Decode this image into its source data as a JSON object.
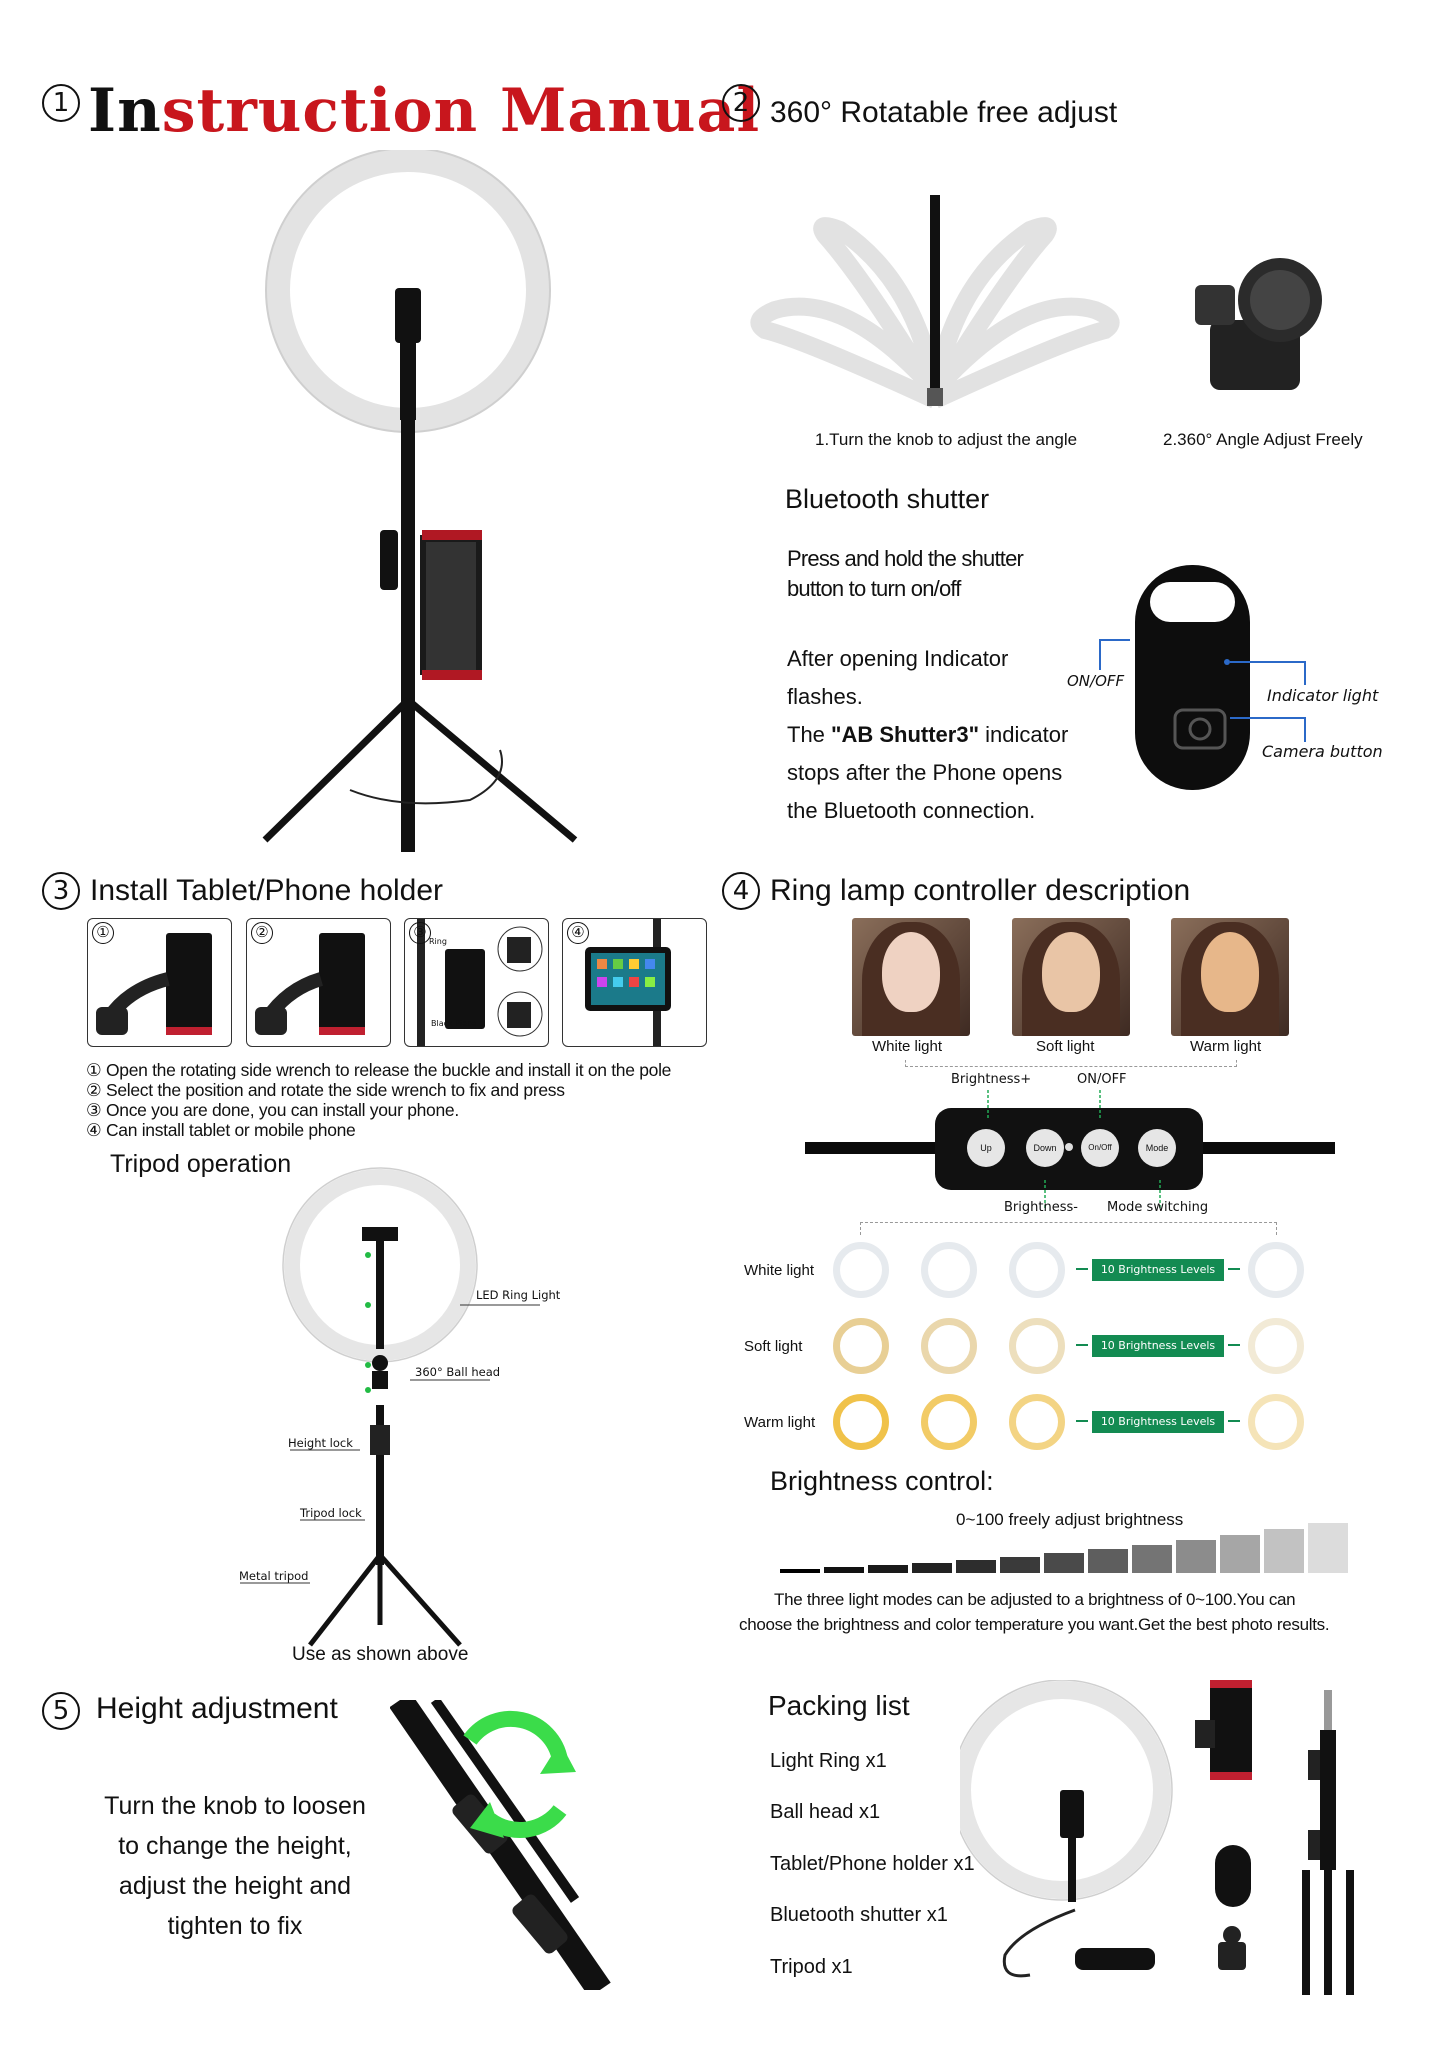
{
  "title": {
    "part1": "In",
    "part2": "struction",
    "part3": " Manual",
    "num": "①"
  },
  "s2": {
    "num": "2",
    "title": "360° Rotatable free adjust",
    "cap1": "1.Turn the knob to adjust the angle",
    "cap2": "2.360° Angle Adjust Freely"
  },
  "bluetooth": {
    "title": "Bluetooth shutter",
    "press1": "Press and hold the shutter",
    "press2": "button to turn on/off",
    "after1": "After opening Indicator",
    "after2": "flashes.",
    "after3a": "The ",
    "after3b": "\"AB Shutter3\"",
    "after3c": " indicator",
    "after4": "stops after the Phone opens",
    "after5": "the Bluetooth connection.",
    "onoff": "ON/OFF",
    "indicator": "Indicator light",
    "camera": "Camera button"
  },
  "s3": {
    "num": "3",
    "title": "Install Tablet/Phone holder",
    "box_nums": [
      "①",
      "②",
      "③",
      "④"
    ],
    "box3_ring": "Ring",
    "box3_piece": "Black Piece",
    "steps": [
      "① Open the rotating side wrench to release the buckle and install it on the pole",
      "② Select the position and rotate the side wrench to fix and press",
      "③ Once you are done, you can install your phone.",
      "④ Can install tablet or mobile phone"
    ]
  },
  "tripod": {
    "title": "Tripod operation",
    "led": "LED Ring Light",
    "ball": "360°  Ball head",
    "height": "Height lock",
    "lock": "Tripod lock",
    "metal": "Metal tripod",
    "note": "Use as shown above"
  },
  "s4": {
    "num": "4",
    "title": "Ring lamp controller description",
    "photos": [
      "White light",
      "Soft light",
      "Warm light"
    ],
    "bplus": "Brightness+",
    "onoff": "ON/OFF",
    "bminus": "Brightness-",
    "mode": "Mode switching",
    "buttons": [
      "Up",
      "Down",
      "On/Off",
      "Mode"
    ],
    "rows": [
      "White light",
      "Soft light",
      "Warm light"
    ],
    "levels": "10 Brightness Levels",
    "bc_title": "Brightness control:",
    "bc_sub": "0~100 freely adjust brightness",
    "bc_desc1": "The three light modes can be adjusted to a brightness of 0~100.You can",
    "bc_desc2": "choose the brightness and color temperature you want.Get the best photo results."
  },
  "s5": {
    "num": "5",
    "title": "Height adjustment",
    "lines": [
      "Turn the knob to loosen",
      "to change the height,",
      "adjust the height and",
      "tighten to fix"
    ]
  },
  "packing": {
    "title": "Packing list",
    "items": [
      "Light Ring x1",
      "Ball head x1",
      "Tablet/Phone holder x1",
      "Bluetooth shutter x1",
      "Tripod x1"
    ]
  },
  "colors": {
    "red": "#c8161d",
    "green": "#138b52",
    "white_ring": "#d8dde2",
    "soft_ring": "#e8cf95",
    "warm_ring": "#f0c85a"
  }
}
